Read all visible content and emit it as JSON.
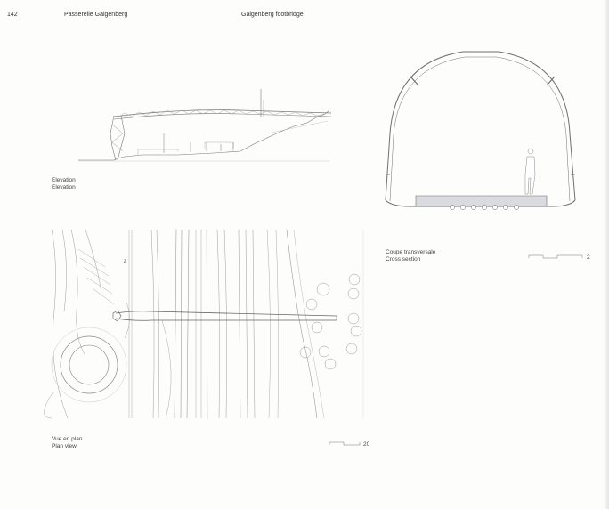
{
  "header": {
    "page_number": "142",
    "title_fr": "Passerelle Galgenberg",
    "title_en": "Galgenberg footbridge"
  },
  "elevation": {
    "label_fr": "Elevation",
    "label_en": "Elevation"
  },
  "cross_section": {
    "label_fr": "Coupe transversale",
    "label_en": "Cross section",
    "scale_value": "2"
  },
  "plan": {
    "label_fr": "Vue en plan",
    "label_en": "Plan view",
    "scale_value": "20",
    "small_mark": "Z"
  },
  "colors": {
    "line": "#777777",
    "light_line": "#b5b5b5",
    "deck_fill": "#d9dbe0",
    "paper": "#fdfdfc"
  }
}
